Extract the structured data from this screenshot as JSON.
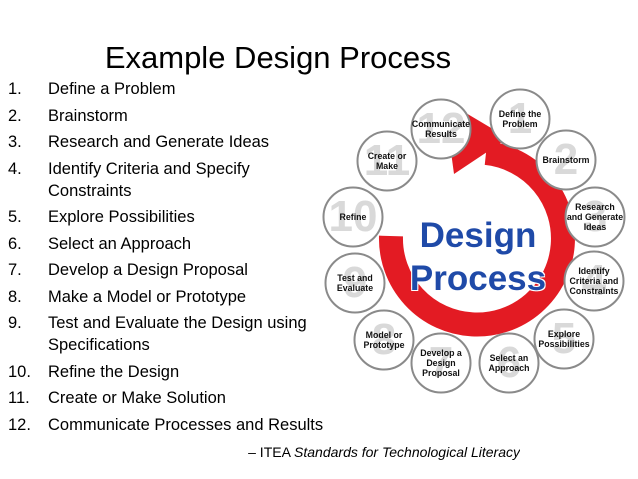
{
  "title": "Example Design Process",
  "steps": [
    {
      "num": "1.",
      "text": "Define a Problem"
    },
    {
      "num": "2.",
      "text": "Brainstorm"
    },
    {
      "num": "3.",
      "text": "Research and Generate Ideas"
    },
    {
      "num": "4.",
      "text": "Identify Criteria and Specify Constraints"
    },
    {
      "num": "5.",
      "text": "Explore Possibilities"
    },
    {
      "num": "6.",
      "text": "Select an Approach"
    },
    {
      "num": "7.",
      "text": "Develop a Design Proposal"
    },
    {
      "num": "8.",
      "text": "Make a Model or Prototype"
    },
    {
      "num": "9.",
      "text": "Test and Evaluate the Design using Specifications"
    },
    {
      "num": "10.",
      "text": "Refine the Design"
    },
    {
      "num": "11.",
      "text": "Create or Make Solution"
    },
    {
      "num": "12.",
      "text": "Communicate Processes and Results"
    }
  ],
  "diagram": {
    "center_line1": "Design",
    "center_line2": "Process",
    "center_color": "#1f4aa8",
    "arrow_color": "#e31b23",
    "nodes": [
      {
        "num": "1",
        "label": "Define the\nProblem"
      },
      {
        "num": "2",
        "label": "Brainstorm"
      },
      {
        "num": "3",
        "label": "Research\nand Generate\nIdeas"
      },
      {
        "num": "4",
        "label": "Identify\nCriteria and\nConstraints"
      },
      {
        "num": "5",
        "label": "Explore\nPossibilities"
      },
      {
        "num": "6",
        "label": "Select an\nApproach"
      },
      {
        "num": "7",
        "label": "Develop a\nDesign\nProposal"
      },
      {
        "num": "8",
        "label": "Model or\nPrototype"
      },
      {
        "num": "9",
        "label": "Test and\nEvaluate"
      },
      {
        "num": "10",
        "label": "Refine"
      },
      {
        "num": "11",
        "label": "Create or\nMake"
      },
      {
        "num": "12",
        "label": "Communicate\nResults"
      }
    ]
  },
  "citation": {
    "prefix": "– ITEA ",
    "source": "Standards for Technological Literacy"
  }
}
